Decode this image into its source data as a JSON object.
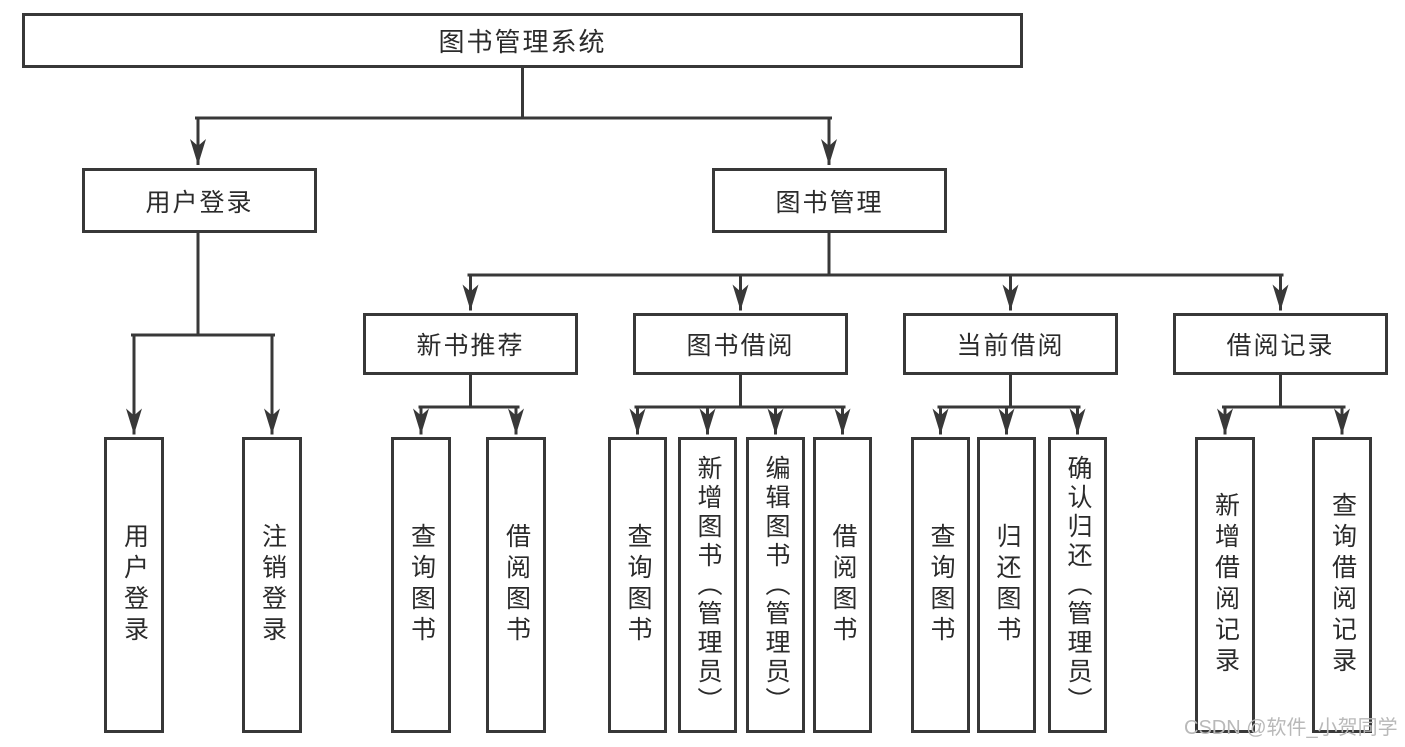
{
  "diagram_title": "图书管理系统",
  "watermark": "CSDN @软件_小贺同学",
  "colors": {
    "line": "#383838",
    "text": "#2b2b2b",
    "background": "#ffffff",
    "watermark": "#b9b9b9"
  },
  "nodes": {
    "root": "图书管理系统",
    "user_login": "用户登录",
    "book_mgmt": "图书管理",
    "new_book_rec": "新书推荐",
    "book_borrow": "图书借阅",
    "current_borrow": "当前借阅",
    "borrow_records": "借阅记录",
    "ul_user_login": "用户登录",
    "ul_logout": "注销登录",
    "nb_query_book": "查询图书",
    "nb_borrow_book": "借阅图书",
    "bb_query_book": "查询图书",
    "bb_add_book": "新增图书（管理员）",
    "bb_edit_book": "编辑图书（管理员）",
    "bb_borrow_book": "借阅图书",
    "cb_query_book": "查询图书",
    "cb_return_book": "归还图书",
    "cb_confirm_return": "确认归还（管理员）",
    "br_add_record": "新增借阅记录",
    "br_query_record": "查询借阅记录"
  },
  "hierarchy": {
    "图书管理系统": {
      "用户登录": [
        "用户登录",
        "注销登录"
      ],
      "图书管理": {
        "新书推荐": [
          "查询图书",
          "借阅图书"
        ],
        "图书借阅": [
          "查询图书",
          "新增图书（管理员）",
          "编辑图书（管理员）",
          "借阅图书"
        ],
        "当前借阅": [
          "查询图书",
          "归还图书",
          "确认归还（管理员）"
        ],
        "借阅记录": [
          "新增借阅记录",
          "查询借阅记录"
        ]
      }
    }
  }
}
